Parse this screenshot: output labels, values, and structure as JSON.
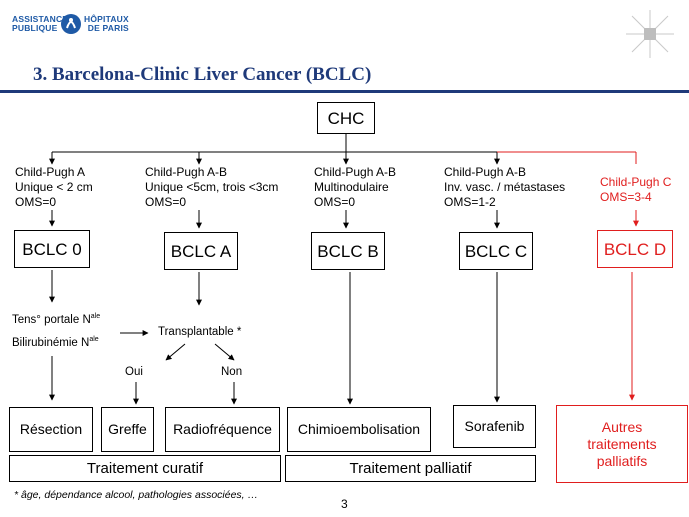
{
  "header": {
    "logo_line1_left": "ASSISTANCE",
    "logo_line2_left": "PUBLIQUE",
    "logo_line1_right": "HÔPITAUX",
    "logo_line2_right": "DE PARIS",
    "title": "3. Barcelona-Clinic  Liver Cancer (BCLC)"
  },
  "diagram": {
    "root": "CHC",
    "branches": [
      {
        "criteria": [
          "Child-Pugh A",
          "Unique < 2 cm",
          "OMS=0"
        ],
        "stage": "BCLC 0"
      },
      {
        "criteria": [
          "Child-Pugh A-B",
          "Unique <5cm, trois <3cm",
          "OMS=0"
        ],
        "stage": "BCLC A"
      },
      {
        "criteria": [
          "Child-Pugh A-B",
          "Multinodulaire",
          "OMS=0"
        ],
        "stage": "BCLC B"
      },
      {
        "criteria": [
          "Child-Pugh A-B",
          "Inv. vasc. / métastases",
          "OMS=1-2"
        ],
        "stage": "BCLC C"
      },
      {
        "criteria": [
          "Child-Pugh C",
          "OMS=3-4"
        ],
        "stage": "BCLC D"
      }
    ],
    "conditions": {
      "tension": "Tens° portale N",
      "tension_sup": "ale",
      "bilirubin": "Bilirubinémie N",
      "bilirubin_sup": "ale",
      "transplantable": "Transplantable *",
      "yes": "Oui",
      "no": "Non"
    },
    "treatments": {
      "resection": "Résection",
      "greffe": "Greffe",
      "radiofrequence": "Radiofréquence",
      "chimio": "Chimioembolisation",
      "sorafenib": "Sorafenib",
      "autres": "Autres traitements palliatifs"
    },
    "groups": {
      "curatif": "Traitement curatif",
      "palliatif": "Traitement palliatif"
    }
  },
  "footnote": "* âge,  dépendance  alcool,  pathologies  associées, …",
  "page_number": "3",
  "colors": {
    "title": "#1f3a7a",
    "logo": "#1f5aa6",
    "stage_d": "#e01e1e"
  }
}
